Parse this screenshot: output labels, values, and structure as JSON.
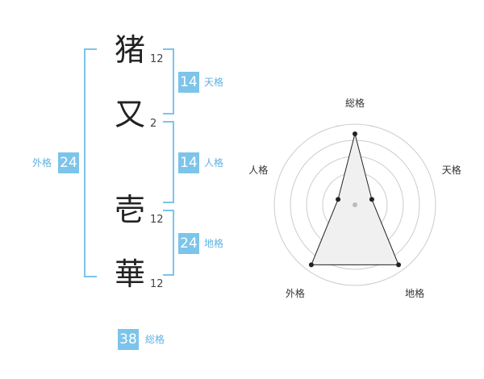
{
  "name": {
    "chars": [
      {
        "char": "猪",
        "strokes": "12"
      },
      {
        "char": "又",
        "strokes": "2"
      },
      {
        "char": "壱",
        "strokes": "12"
      },
      {
        "char": "華",
        "strokes": "12"
      }
    ]
  },
  "kakusu": {
    "tenkaku": {
      "value": "14",
      "label": "天格"
    },
    "jinkaku": {
      "value": "14",
      "label": "人格"
    },
    "chikaku": {
      "value": "24",
      "label": "地格"
    },
    "gaikaku": {
      "value": "24",
      "label": "外格"
    },
    "soukaku": {
      "value": "38",
      "label": "総格"
    }
  },
  "radar": {
    "axes": [
      "総格",
      "天格",
      "地格",
      "外格",
      "人格"
    ],
    "values": [
      0.88,
      0.22,
      0.92,
      0.92,
      0.22
    ],
    "colors": {
      "fill": "#f0f0f0",
      "line": "#222222",
      "grid": "#cccccc"
    }
  }
}
